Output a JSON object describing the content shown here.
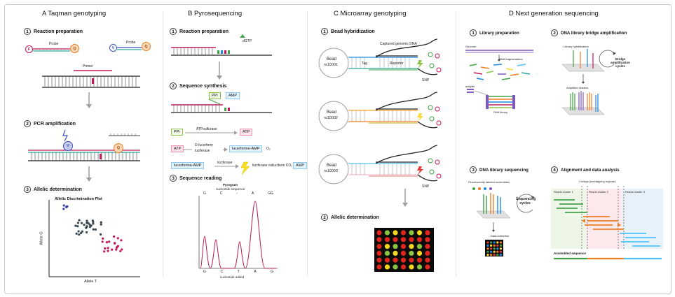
{
  "panels": {
    "a": {
      "title": "A  Taqman genotyping",
      "step1": {
        "num": "1",
        "label": "Reaction preparation"
      },
      "step2": {
        "num": "2",
        "label": "PCR amplification"
      },
      "step3": {
        "num": "3",
        "label": "Allelic determination"
      },
      "probe_label": "Probe",
      "probe_label_2": "Probe",
      "primer_label": "Primer",
      "f_letter": "F",
      "v_letter": "V",
      "q_letter": "Q",
      "plot_title": "Allelic Discrimination Plot",
      "xlabel": "Allele T",
      "ylabel": "Allele G"
    },
    "b": {
      "title": "B  Pyrosequencing",
      "step1": {
        "num": "1",
        "label": "Reaction preparation"
      },
      "step2": {
        "num": "2",
        "label": "Sequence synthesis"
      },
      "step3": {
        "num": "3",
        "label": "Sequence reading"
      },
      "dntp": "dGTP",
      "ppi": "PPi",
      "amp": "AMP",
      "atp": "ATP",
      "atpsulfurase": "ATPsulfurase",
      "d_luciferin": "D-lucerferin",
      "luciferase": "luciferase",
      "luciferine_amp": "lucerferine-AMP",
      "o2": "O₂",
      "luciferase2": "luciferase",
      "products": "luciferase oxiluciferin CO₂",
      "pyrogram": "Pyrogram",
      "nucleotide_sequence": "nucleotide sequence",
      "nucleotide_added": "nucleotide added",
      "top_letters": [
        "G",
        "C",
        "-",
        "A",
        "GG"
      ],
      "bottom_letters": [
        "G",
        "C",
        "T",
        "A",
        "G"
      ]
    },
    "c": {
      "title": "C  Microarray genotyping",
      "step1": {
        "num": "1",
        "label": "Bead hybridization"
      },
      "step2": {
        "num": "2",
        "label": "Allelic determination"
      },
      "captured": "Captured genomic DNA",
      "tag": "Tag",
      "reporter": "Reporter",
      "snp": "SNP",
      "snp2": "SNP",
      "beads": [
        {
          "name": "Bead",
          "id": "rs10001"
        },
        {
          "name": "Bead",
          "id": "rs10002"
        },
        {
          "name": "Bead",
          "id": "rs10003"
        }
      ],
      "grid_colors": [
        "#e0261f",
        "#f4d81c",
        "#8bc43f"
      ]
    },
    "d": {
      "title": "D  Next generation sequencing",
      "step1": {
        "num": "1",
        "label": "Library preparation"
      },
      "step2": {
        "num": "2",
        "label": "DNA library bridge amplification"
      },
      "step3": {
        "num": "3",
        "label": "DNA library sequencing"
      },
      "step4": {
        "num": "4",
        "label": "Alignment and data analysis"
      },
      "genome": "Genome",
      "fragmentation": "DNA fragmentation",
      "adapter": "adapter",
      "dna_library": "DNA library",
      "library_hybridization": "Library hybridization",
      "bridge_cycles": "Bridge amplification cycles",
      "amplified_clusters": "Amplified clusters",
      "fluor_nucleotides": "Fluorescently labeled nucleotides",
      "sequencing_cycles": "Sequencing cycles",
      "data_collection": "Data collection",
      "contigs": "Contigs (overlapping regions)",
      "reads1": "Reads cluster 1",
      "reads2": "Reads cluster 2",
      "reads3": "Reads cluster 3",
      "assembled": "Assembled sequence"
    }
  },
  "colors": {
    "pink": "#c2185b",
    "teal": "#26a69a",
    "blue": "#1e88e5",
    "orange": "#ef7d22",
    "green": "#43a047",
    "dna": "#333333"
  }
}
